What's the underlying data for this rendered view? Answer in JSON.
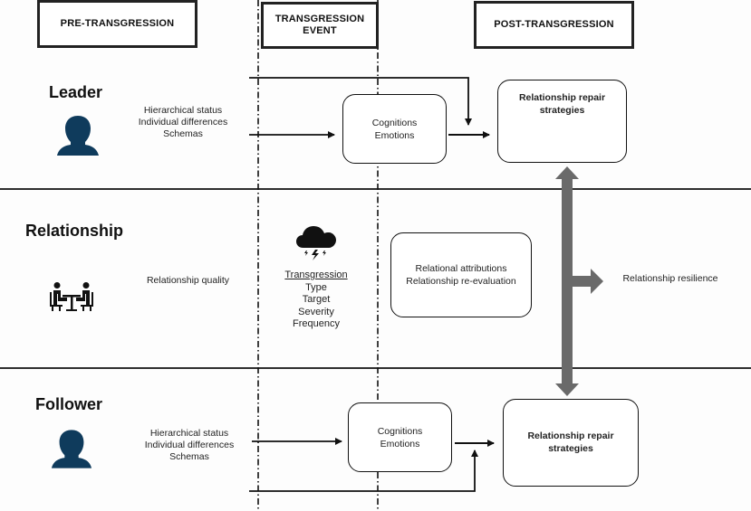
{
  "phases": {
    "pre": "PRE-TRANSGRESSION",
    "event_line1": "TRANSGRESSION",
    "event_line2": "EVENT",
    "post": "POST-TRANSGRESSION"
  },
  "rows": {
    "leader": {
      "title": "Leader",
      "icon": "person-silhouette-icon",
      "factors": [
        "Hierarchical status",
        "Individual differences",
        "Schemas"
      ],
      "reaction_box": [
        "Cognitions",
        "Emotions"
      ],
      "outcome_box": [
        "Relationship repair",
        "strategies"
      ]
    },
    "relationship": {
      "title": "Relationship",
      "icon": "meeting-at-table-icon",
      "factor": "Relationship quality",
      "event_icon": "storm-cloud-lightning-icon",
      "transgression": {
        "heading": "Transgression",
        "attributes": [
          "Type",
          "Target",
          "Severity",
          "Frequency"
        ]
      },
      "reaction_box": [
        "Relational attributions",
        "Relationship re-evaluation"
      ],
      "outcome": "Relationship resilience"
    },
    "follower": {
      "title": "Follower",
      "icon": "person-silhouette-icon",
      "factors": [
        "Hierarchical status",
        "Individual differences",
        "Schemas"
      ],
      "reaction_box": [
        "Cognitions",
        "Emotions"
      ],
      "outcome_box": [
        "Relationship repair",
        "strategies"
      ]
    }
  },
  "colors": {
    "person_icon": "#0f3b5c",
    "big_arrow": "#6a6a6a",
    "line": "#111111"
  }
}
